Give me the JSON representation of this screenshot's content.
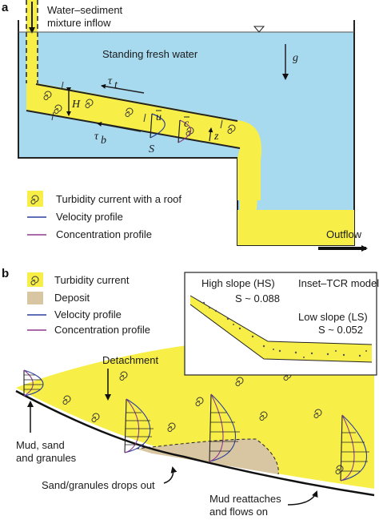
{
  "colors": {
    "water": "#a7d9ef",
    "turbidity": "#f7ef48",
    "deposit": "#d8c6a2",
    "velocity": "#2c3e9e",
    "concentration": "#8e3a8e",
    "wall": "#222222"
  },
  "panel_a": {
    "letter": "a",
    "inflow_label_1": "Water–sediment",
    "inflow_label_2": "mixture inflow",
    "water_label": "Standing fresh water",
    "gravity": "g",
    "tau_t": "τ",
    "tau_t_sub": "t",
    "tau_b": "τ",
    "tau_b_sub": "b",
    "H": "H",
    "u": "u",
    "c": "c",
    "z": "z",
    "S": "S",
    "outflow": "Outflow",
    "legend": [
      {
        "label": "Turbidity current with a roof",
        "icon": "swirl-icon"
      },
      {
        "label": "Velocity profile",
        "icon": "velocity-line"
      },
      {
        "label": "Concentration profile",
        "icon": "concentration-line"
      }
    ]
  },
  "panel_b": {
    "letter": "b",
    "legend": [
      {
        "label": "Turbidity current",
        "icon": "swirl-icon"
      },
      {
        "label": "Deposit",
        "icon": "deposit-swatch"
      },
      {
        "label": "Velocity profile",
        "icon": "velocity-line"
      },
      {
        "label": "Concentration profile",
        "icon": "concentration-line"
      }
    ],
    "inset": {
      "title": "Inset–TCR model",
      "hs_label": "High slope (HS)",
      "hs_value": "S ~ 0.088",
      "ls_label": "Low slope (LS)",
      "ls_value": "S ~ 0.052"
    },
    "detachment": "Detachment",
    "mud_1": "Mud, sand",
    "mud_2": "and granules",
    "drops": "Sand/granules drops out",
    "reattach_1": "Mud reattaches",
    "reattach_2": "and flows on"
  }
}
